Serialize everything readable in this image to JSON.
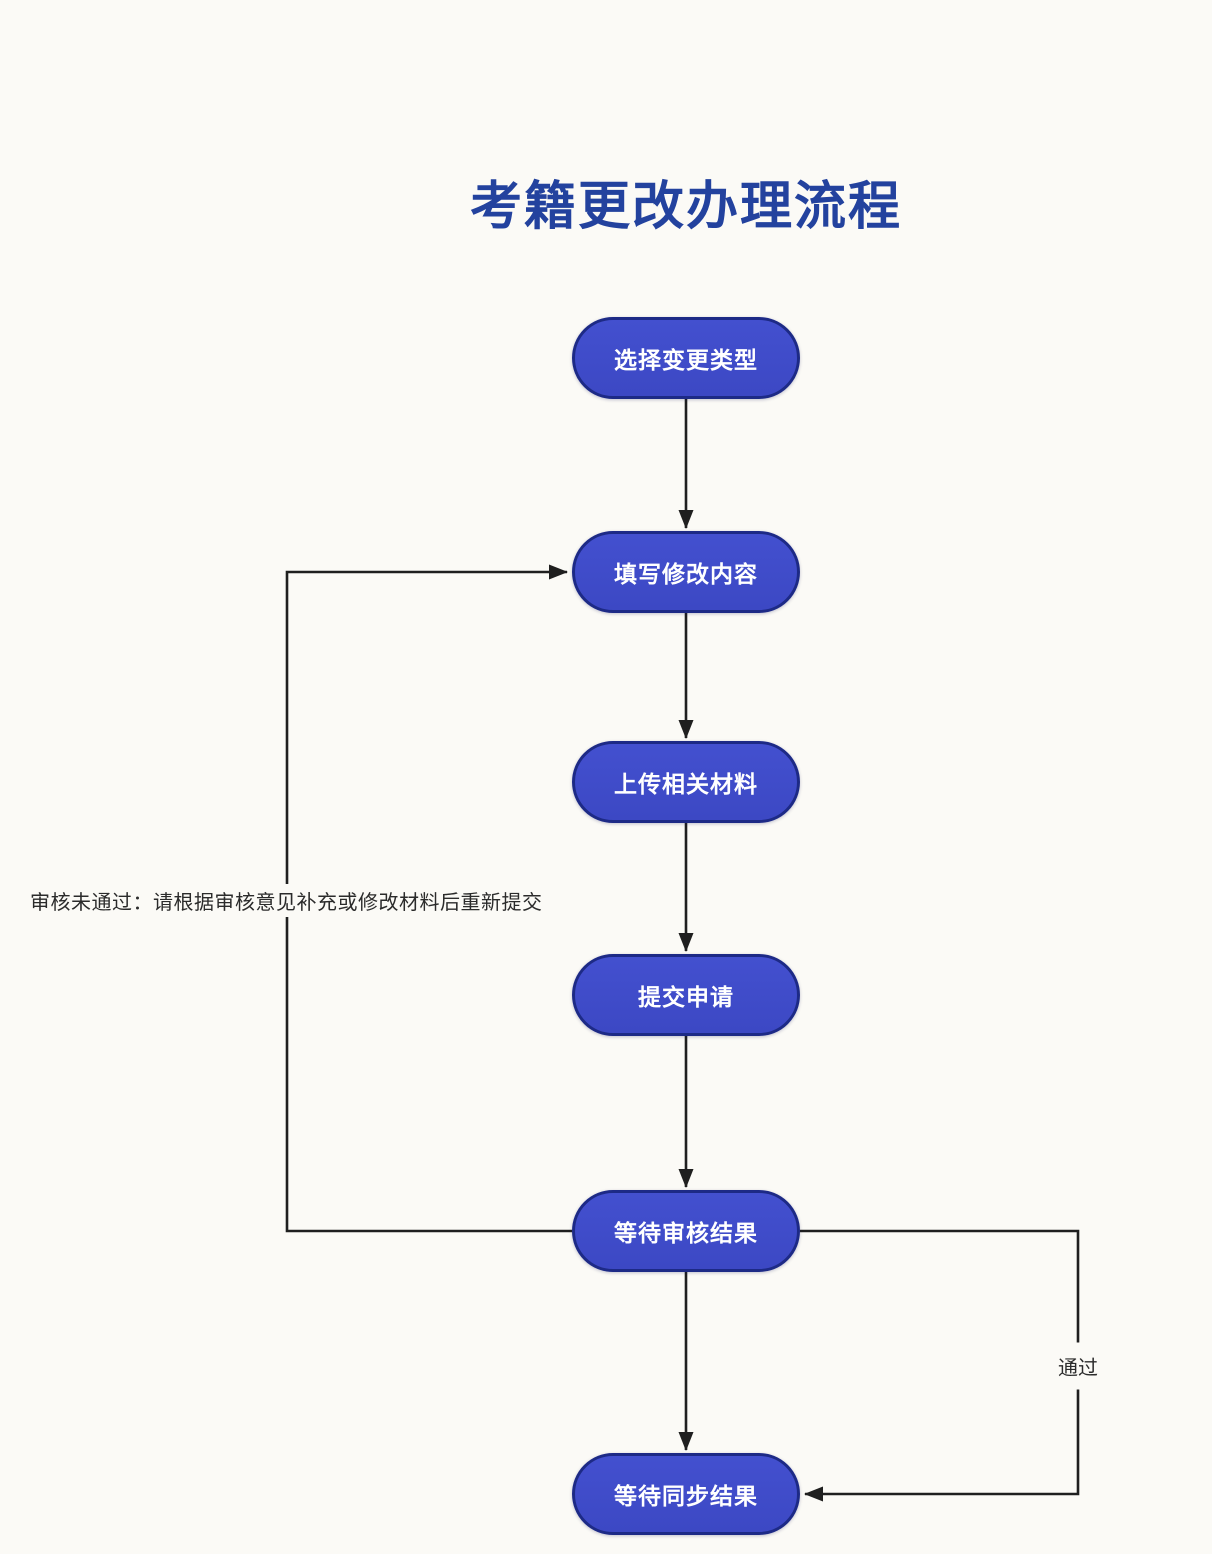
{
  "title": "考籍更改办理流程",
  "flowchart": {
    "nodes": [
      {
        "id": "select-change-type",
        "label": "选择变更类型"
      },
      {
        "id": "fill-modification",
        "label": "填写修改内容"
      },
      {
        "id": "upload-materials",
        "label": "上传相关材料"
      },
      {
        "id": "submit-application",
        "label": "提交申请"
      },
      {
        "id": "wait-review-result",
        "label": "等待审核结果"
      },
      {
        "id": "wait-sync-result",
        "label": "等待同步结果"
      }
    ],
    "edge_labels": {
      "review_failed": "审核未通过：请根据审核意见补充或修改材料后重新提交",
      "review_passed": "通过"
    }
  },
  "colors": {
    "background": "#fbfaf6",
    "node_fill": "#3c48c4",
    "node_fill_light": "#4350cf",
    "node_border": "#1d2a86",
    "node_text": "#ffffff",
    "title": "#23429e",
    "line": "#1f1f1f",
    "label_text": "#2b2b2b"
  }
}
